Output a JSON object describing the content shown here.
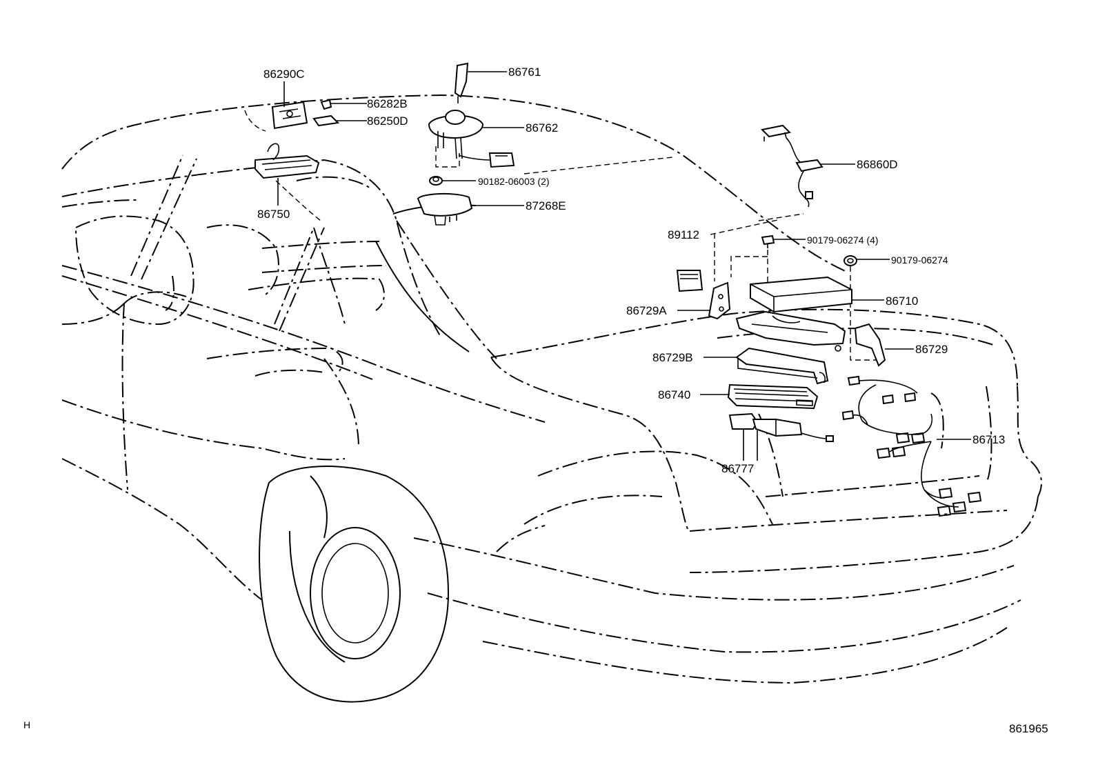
{
  "labels": {
    "p86290C": "86290C",
    "p86282B": "86282B",
    "p86250D": "86250D",
    "p86761": "86761",
    "p86762": "86762",
    "p90182": "90182-06003 (2)",
    "p87268E": "87268E",
    "p86750": "86750",
    "p86860D": "86860D",
    "p89112": "89112",
    "p90179a": "90179-06274 (4)",
    "p90179b": "90179-06274",
    "p86710": "86710",
    "p86729A": "86729A",
    "p86729": "86729",
    "p86729B": "86729B",
    "p86740": "86740",
    "p86713": "86713",
    "p86777": "86777"
  },
  "footer": {
    "left_mark": "H",
    "figure_number": "861965"
  }
}
